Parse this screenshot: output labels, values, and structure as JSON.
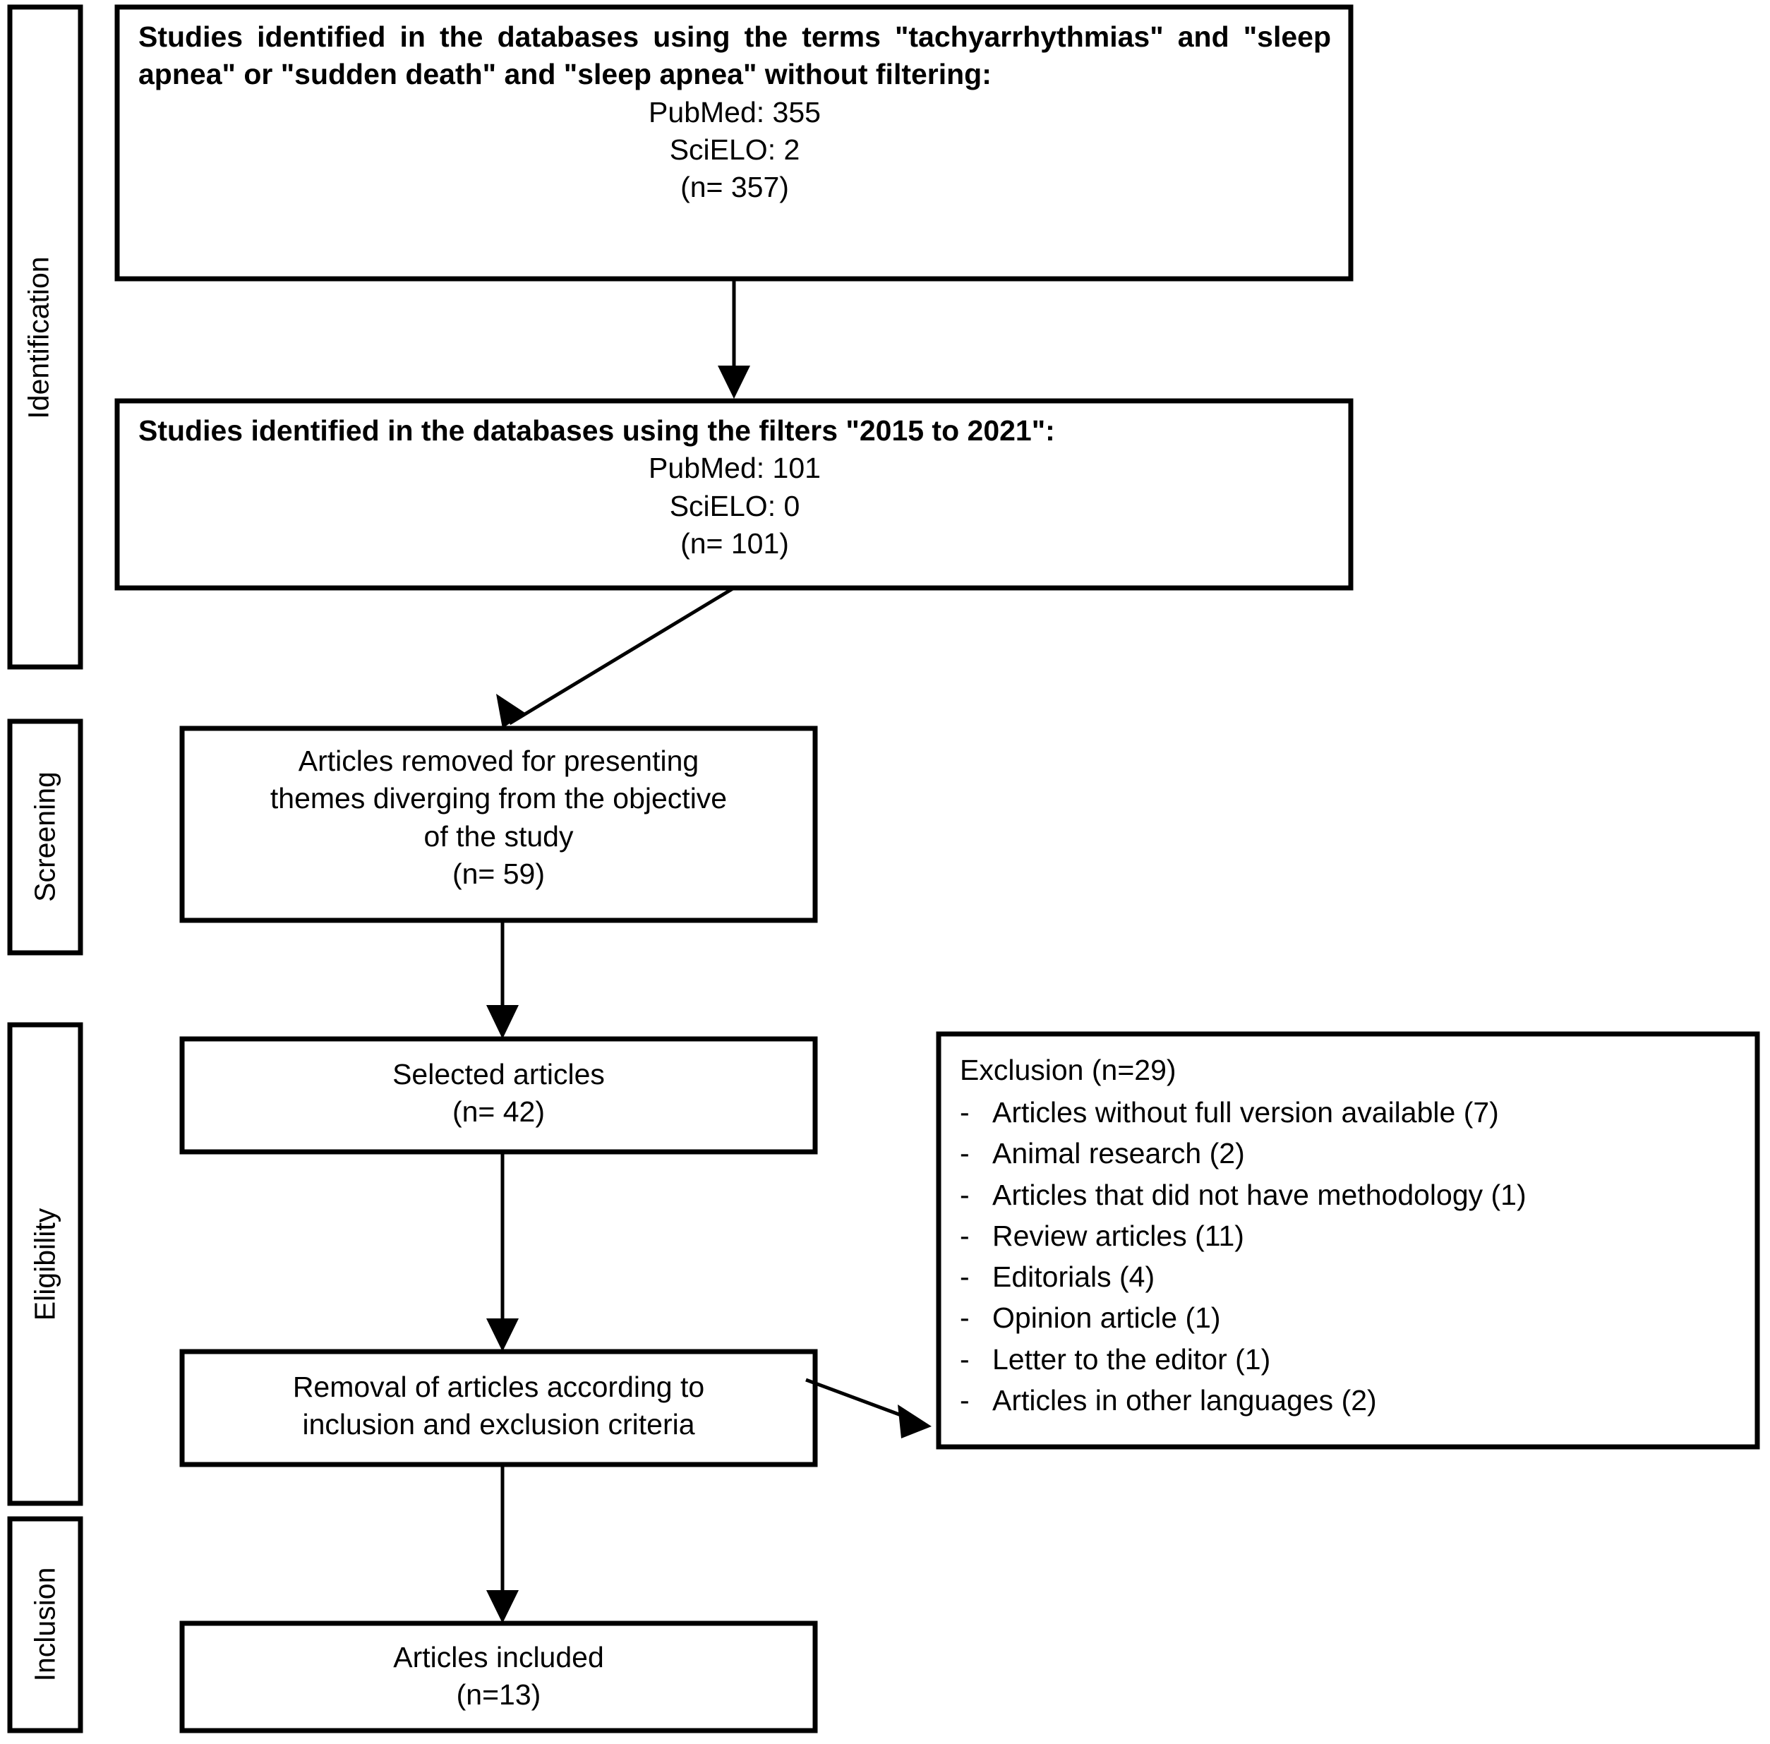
{
  "diagram": {
    "type": "prisma-flow-diagram",
    "phases": [
      {
        "id": "identification",
        "label": "Identification"
      },
      {
        "id": "screening",
        "label": "Screening"
      },
      {
        "id": "eligibility",
        "label": "Eligibility"
      },
      {
        "id": "inclusion",
        "label": "Inclusion"
      }
    ],
    "boxes": {
      "identified_unfiltered": {
        "heading": "Studies identified in the databases using the terms \"tachyarrhythmias\" and \"sleep apnea\" or \"sudden death\" and \"sleep apnea\" without filtering:",
        "lines": [
          "PubMed: 355",
          "SciELO: 2",
          "(n= 357)"
        ]
      },
      "identified_filtered": {
        "heading": "Studies identified in the databases using the filters \"2015 to 2021\":",
        "lines": [
          "PubMed: 101",
          "SciELO: 0",
          "(n= 101)"
        ]
      },
      "removed_divergent": {
        "lines": [
          "Articles removed for presenting",
          "themes diverging from the objective",
          "of the study",
          "(n= 59)"
        ]
      },
      "selected_articles": {
        "lines": [
          "Selected articles",
          "(n= 42)"
        ]
      },
      "removal_criteria": {
        "lines": [
          "Removal of articles according to",
          "inclusion and exclusion criteria"
        ]
      },
      "articles_included": {
        "lines": [
          "Articles included",
          "(n=13)"
        ]
      },
      "exclusion": {
        "title": "Exclusion (n=29)",
        "bullet": "-",
        "items": [
          "Articles without full version available (7)",
          "Animal research (2)",
          "Articles that did not have methodology (1)",
          "Review articles (11)",
          "Editorials (4)",
          "Opinion article (1)",
          "Letter to the editor (1)",
          "Articles in other languages (2)"
        ]
      }
    },
    "colors": {
      "stroke": "#000000",
      "fill": "#ffffff",
      "text": "#000000"
    }
  }
}
